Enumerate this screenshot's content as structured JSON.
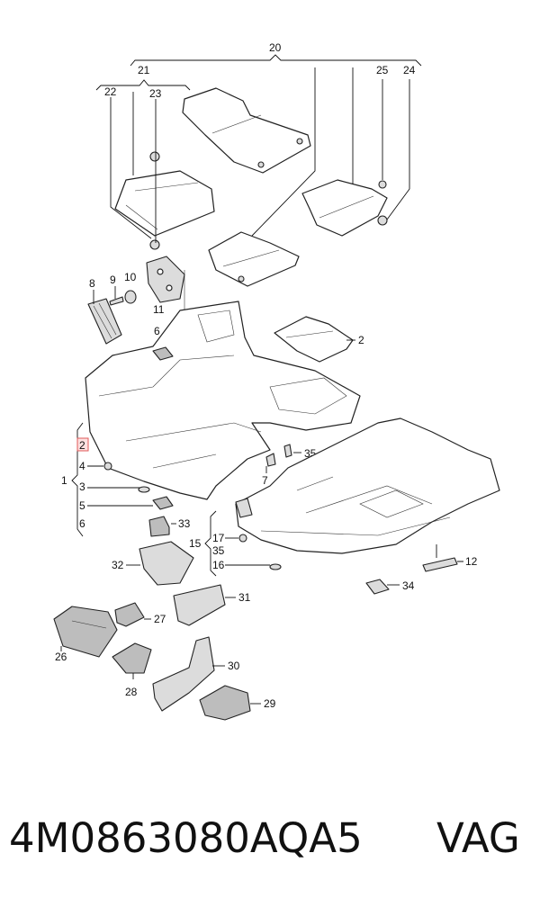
{
  "callouts": {
    "c2a": "2",
    "c2b": "2",
    "c3": "3",
    "c4": "4",
    "c5": "5",
    "c6a": "6",
    "c6b": "6",
    "c7": "7",
    "c8": "8",
    "c9": "9",
    "c10": "10",
    "c11": "11",
    "c12": "12",
    "c15": "15",
    "c16": "16",
    "c17": "17",
    "c20": "20",
    "c21": "21",
    "c22": "22",
    "c23": "23",
    "c24": "24",
    "c25": "25",
    "c26": "26",
    "c27": "27",
    "c28": "28",
    "c29": "29",
    "c30": "30",
    "c31": "31",
    "c32": "32",
    "c33": "33",
    "c34": "34",
    "c35a": "35",
    "c35b": "35",
    "c1": "1"
  },
  "footer": {
    "part_number": "4M0863080AQA5",
    "brand": "VAG"
  },
  "colors": {
    "highlight": "#e05a5a"
  }
}
